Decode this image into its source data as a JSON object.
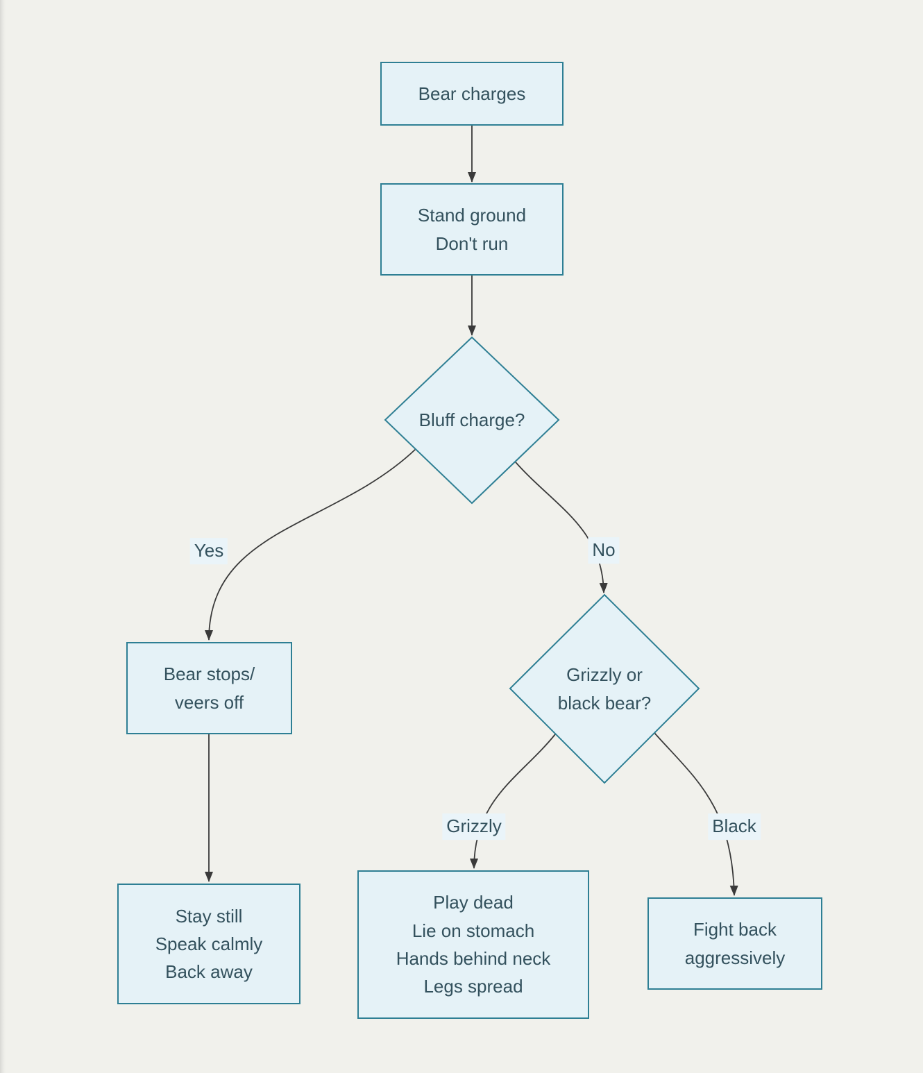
{
  "colors": {
    "canvas_bg": "#f1f1ec",
    "node_fill": "#e5f2f7",
    "node_border": "#2e7f94",
    "text_color": "#33515d",
    "edge_color": "#3a3a3a",
    "label_bg": "#eaf4f9"
  },
  "nodes": {
    "bear_charges": {
      "type": "process",
      "label": "Bear charges"
    },
    "stand_ground": {
      "type": "process",
      "label": "Stand ground\nDon't run"
    },
    "bluff_charge": {
      "type": "decision",
      "label": "Bluff charge?"
    },
    "bear_stops": {
      "type": "process",
      "label": "Bear stops/\nveers off"
    },
    "grizzly_or_black": {
      "type": "decision",
      "label": "Grizzly or\nblack bear?"
    },
    "stay_still": {
      "type": "process",
      "label": "Stay still\nSpeak calmly\nBack away"
    },
    "play_dead": {
      "type": "process",
      "label": "Play dead\nLie on stomach\nHands behind neck\nLegs spread"
    },
    "fight_back": {
      "type": "process",
      "label": "Fight back\naggressively"
    }
  },
  "edges": [
    {
      "from": "bear_charges",
      "to": "stand_ground",
      "label": ""
    },
    {
      "from": "stand_ground",
      "to": "bluff_charge",
      "label": ""
    },
    {
      "from": "bluff_charge",
      "to": "bear_stops",
      "label": "Yes"
    },
    {
      "from": "bluff_charge",
      "to": "grizzly_or_black",
      "label": "No"
    },
    {
      "from": "bear_stops",
      "to": "stay_still",
      "label": ""
    },
    {
      "from": "grizzly_or_black",
      "to": "play_dead",
      "label": "Grizzly"
    },
    {
      "from": "grizzly_or_black",
      "to": "fight_back",
      "label": "Black"
    }
  ]
}
